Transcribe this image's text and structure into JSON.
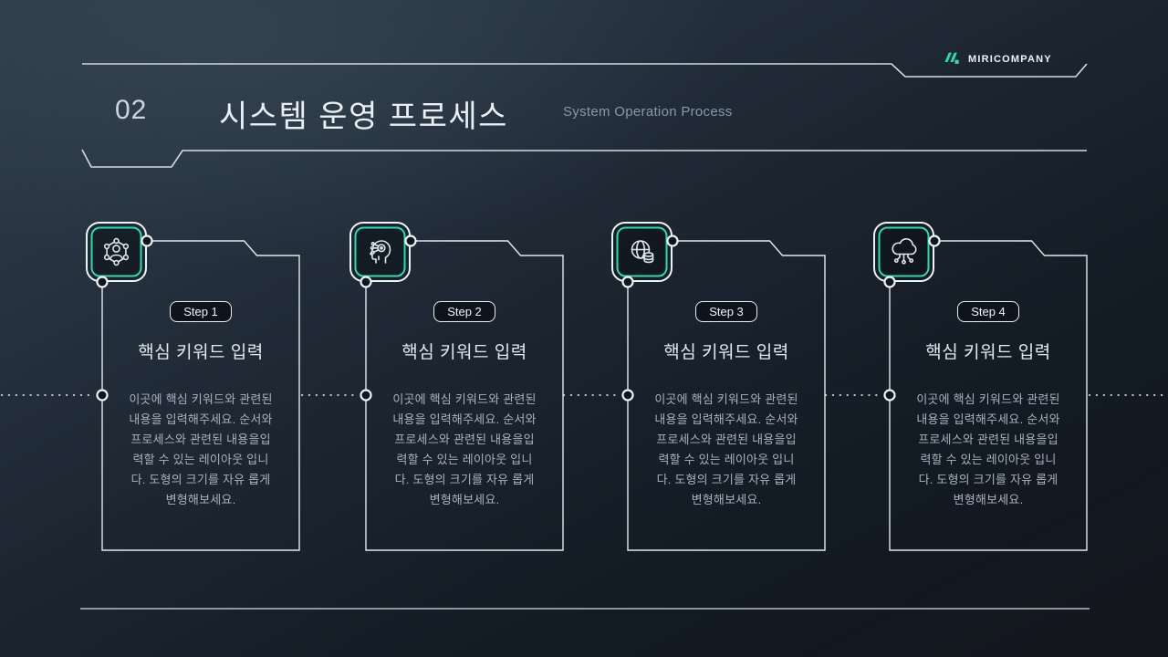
{
  "brand": {
    "name": "MIRICOMPANY",
    "logo_icon": "miricompany-logo-icon",
    "accent_color": "#2ed9ae"
  },
  "header": {
    "section_number": "02",
    "title": "시스템 운영 프로세스",
    "subtitle": "System Operation Process"
  },
  "colors": {
    "accent": "#2ed9ae",
    "frame_line": "#d3dce4",
    "card_border": "#e2e9ef",
    "body_text": "#a8b2bd",
    "background_top_left": "#2e3b47",
    "background_bottom_right": "#15161d"
  },
  "cards": [
    {
      "step": "Step 1",
      "title": "핵심 키워드 입력",
      "body": "이곳에 핵심 키워드와 관련된\n내용을 입력해주세요. 순서와\n프로세스와 관련된 내용을입\n력할 수 있는 레이아웃 입니\n다. 도형의 크기를 자유 롭게\n변형해보세요.",
      "icon": "user-network-icon"
    },
    {
      "step": "Step 2",
      "title": "핵심 키워드 입력",
      "body": "이곳에 핵심 키워드와 관련된\n내용을 입력해주세요. 순서와\n프로세스와 관련된 내용을입\n력할 수 있는 레이아웃 입니\n다. 도형의 크기를 자유 롭게\n변형해보세요.",
      "icon": "ai-head-icon"
    },
    {
      "step": "Step 3",
      "title": "핵심 키워드 입력",
      "body": "이곳에 핵심 키워드와 관련된\n내용을 입력해주세요. 순서와\n프로세스와 관련된 내용을입\n력할 수 있는 레이아웃 입니\n다. 도형의 크기를 자유 롭게\n변형해보세요.",
      "icon": "globe-database-icon"
    },
    {
      "step": "Step 4",
      "title": "핵심 키워드 입력",
      "body": "이곳에 핵심 키워드와 관련된\n내용을 입력해주세요. 순서와\n프로세스와 관련된 내용을입\n력할 수 있는 레이아웃 입니\n다. 도형의 크기를 자유 롭게\n변형해보세요.",
      "icon": "cloud-network-icon"
    }
  ]
}
